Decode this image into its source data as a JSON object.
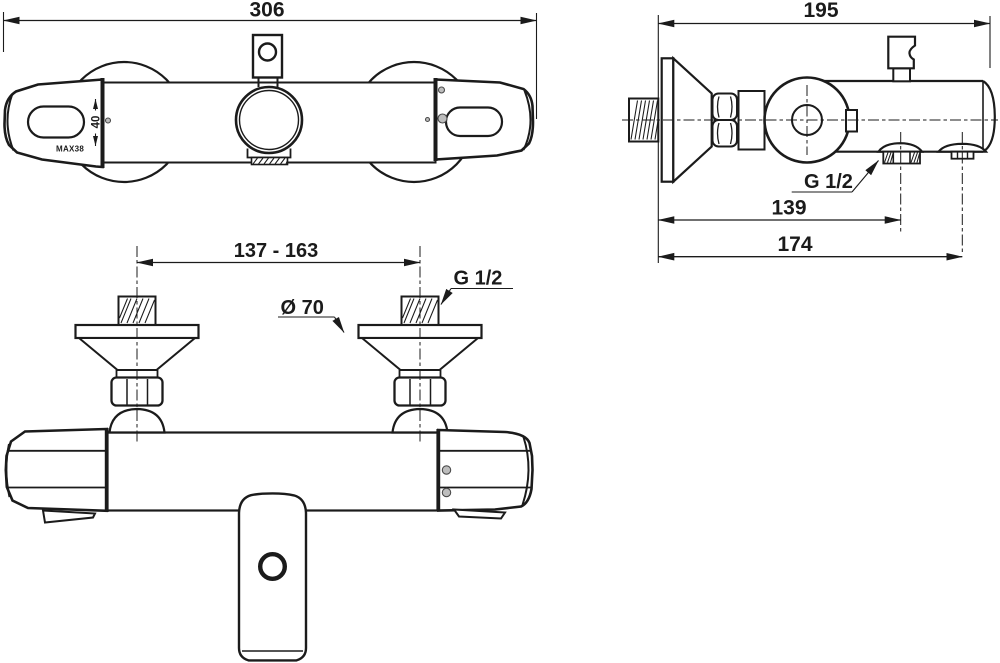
{
  "drawing": {
    "background": "#ffffff",
    "ink_color": "#1b1b1b",
    "top_view": {
      "overall_width_mm": "306",
      "handle_dim_mm": "40",
      "handle_marking": "MAX38"
    },
    "side_view": {
      "overall_depth_mm": "195",
      "thread_label": "G 1/2",
      "depth_to_shower_outlet_mm": "139",
      "overall_projection_mm": "174"
    },
    "front_view": {
      "inlet_spacing_mm": "137 - 163",
      "thread_label": "G 1/2",
      "escutcheon_diameter_mm": "Ø 70"
    }
  }
}
